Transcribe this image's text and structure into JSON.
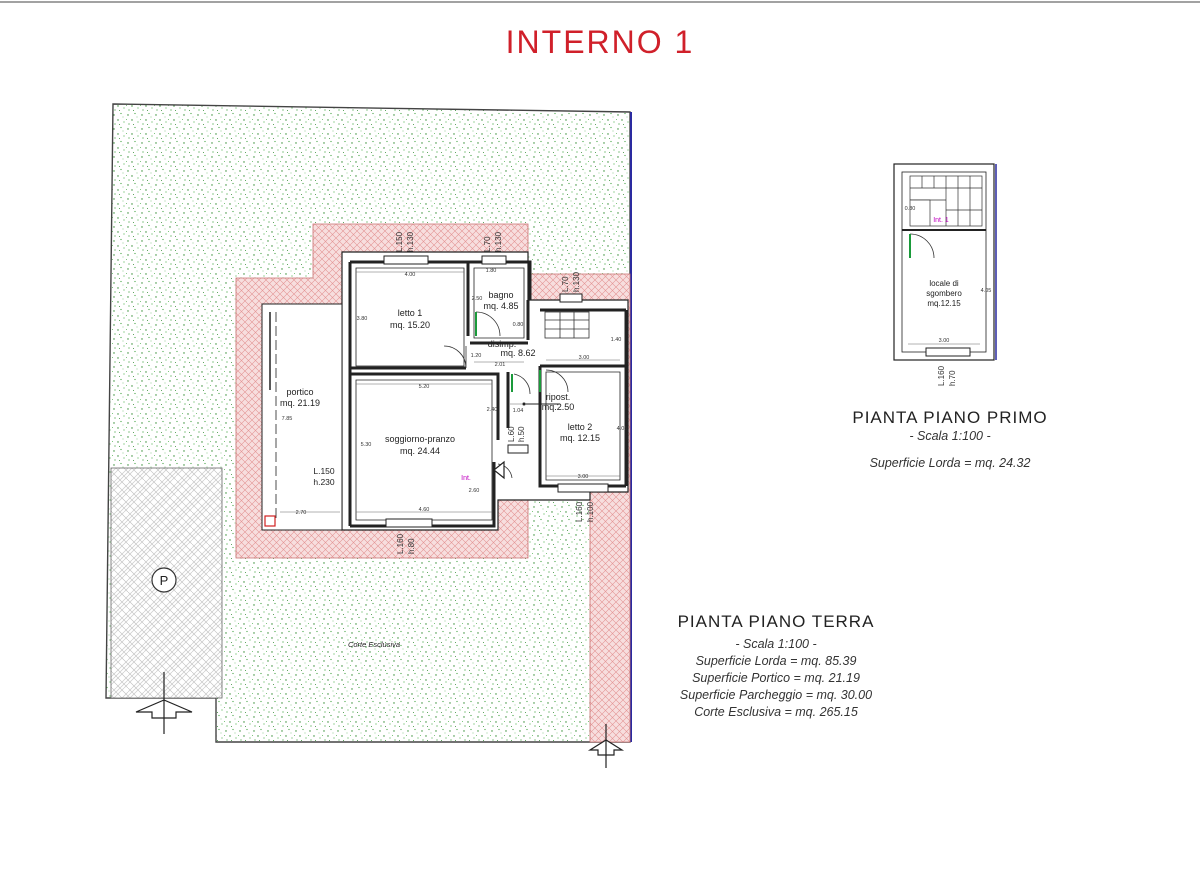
{
  "title": "INTERNO 1",
  "ground_floor": {
    "heading": "PIANTA PIANO TERRA",
    "scale": "- Scala 1:100 -",
    "lines": [
      "Superficie Lorda = mq. 85.39",
      "Superficie Portico = mq. 21.19",
      "Superficie Parcheggio = mq. 30.00",
      "Corte Esclusiva = mq. 265.15"
    ],
    "rooms": {
      "letto1": {
        "name": "letto 1",
        "area": "mq. 15.20"
      },
      "bagno": {
        "name": "bagno",
        "area": "mq. 4.85"
      },
      "disimp": {
        "name": "disimp.",
        "area": "mq. 8.62"
      },
      "portico": {
        "name": "portico",
        "area": "mq. 21.19"
      },
      "soggiorno": {
        "name": "soggiorno-pranzo",
        "area": "mq. 24.44"
      },
      "ripost": {
        "name": "ripost.",
        "area": "mq.2.50"
      },
      "letto2": {
        "name": "letto 2",
        "area": "mq. 12.15"
      }
    },
    "corte_label": "Corte Esclusiva",
    "parking_label": "P",
    "int_label": "Int.",
    "portico_opening": {
      "l": "L.150",
      "h": "h.230"
    },
    "windows": {
      "w1_l": "L.150",
      "w1_h": "h.130",
      "w2_l": "L.70",
      "w2_h": "h.130",
      "w3_l": "L.70",
      "w3_h": "h.130",
      "w4_l": "L.60",
      "w4_h": "h.50",
      "w5_l": "L.160",
      "w5_h": "h.100",
      "w6_l": "L.160",
      "w6_h": "h.80"
    },
    "dims": {
      "d400": "4.00",
      "d180a": "1.80",
      "d380": "3.80",
      "d250": "2.50",
      "d080": "0.80",
      "d120": "1.20",
      "d201": "2.01",
      "d520": "5.20",
      "d240": "2.40",
      "d104": "1.04",
      "d140": "1.40",
      "d300a": "3.00",
      "d785": "7.85",
      "d530": "5.30",
      "d460": "4.60",
      "d260": "2.60",
      "d270": "2.70",
      "d405": "4.05",
      "d300b": "3.00"
    }
  },
  "first_floor": {
    "heading": "PIANTA PIANO PRIMO",
    "scale": "- Scala 1:100 -",
    "lines": [
      "Superficie Lorda = mq. 24.32"
    ],
    "room_line1": "locale di",
    "room_line2": "sgombero",
    "room_area": "mq.12.15",
    "int_label": "Int. 1",
    "window_l": "L.160",
    "window_h": "h.70",
    "dims": {
      "d405": "4.05",
      "d300": "3.00",
      "d080": "0.80"
    }
  }
}
